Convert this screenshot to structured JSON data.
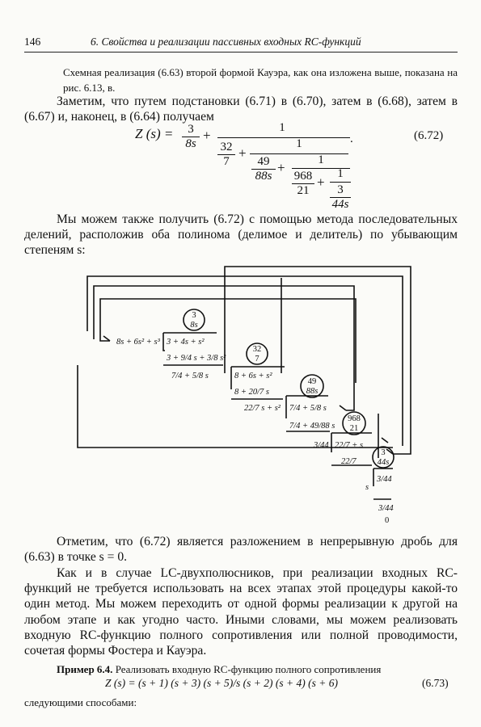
{
  "header": {
    "page_number": "146",
    "running_title": "6. Свойства и реализации пассивных входных RC-функций"
  },
  "intro_small": "Схемная реализация (6.63) второй формой Кауэра, как она изложена выше, показана на рис. 6.13, в.",
  "para1": "Заметим, что путем подстановки (6.71) в (6.70), затем в (6.68), затем в (6.67) и, наконец, в (6.64) получаем",
  "equation_672": {
    "lhs": "Z (s) =",
    "t1_num": "3",
    "t1_den": "8s",
    "plus": "+",
    "one": "1",
    "a_num": "32",
    "a_den": "7",
    "b_num": "49",
    "b_den": "88s",
    "c_num": "968",
    "c_den": "21",
    "d_num": "3",
    "d_den": "44s",
    "dot": ".",
    "number": "(6.72)"
  },
  "para2": "Мы можем также получить (6.72) с помощью метода последовательных делений, расположив оба полинома (делимое и делитель) по убывающим степеням s:",
  "division": {
    "q1_num": "3",
    "q1_den": "8s",
    "q2_num": "32",
    "q2_den": "7",
    "q3_num": "49",
    "q3_den": "88s",
    "q4_num": "968",
    "q4_den": "21",
    "q5_num": "3",
    "q5_den": "44s",
    "r1_left": "8s + 6s² + s³",
    "r1_right": "3 + 4s + s²",
    "r2": "3 + 9/4 s + 3/8 s²",
    "r3": "7/4 + 5/8 s",
    "r3_right": "8 + 6s + s²",
    "r4": "8 + 20/7 s",
    "r5": "22/7 s + s²",
    "r5_right": "7/4 + 5/8 s",
    "r6": "7/4 + 49/88 s",
    "r7": "3/44",
    "r7_right": "22/7 + s",
    "r8": "22/7",
    "r9_left": "s",
    "r9_right": "3/44",
    "r10": "3/44",
    "r11": "0"
  },
  "para3": "Отметим, что (6.72) является разложением в непрерывную дробь для (6.63) в точке s = 0.",
  "para4": "Как и в случае LC-двухполюсников, при реализации входных RC-функций не требуется использовать на всех этапах этой процедуры какой-то один метод. Мы можем переходить от одной формы реализации к другой на любом этапе и как угодно часто. Иными словами, мы можем реализовать входную RC-функцию полного сопротивления или полной проводимости, сочетая формы Фостера и Кауэра.",
  "example": {
    "label": "Пример 6.4.",
    "text": "Реализовать входную RC-функцию полного сопротивления",
    "formula": "Z (s) = (s + 1) (s + 3) (s + 5)/s (s + 2) (s + 4) (s + 6)",
    "number": "(6.73)",
    "tail": "следующими способами:"
  }
}
